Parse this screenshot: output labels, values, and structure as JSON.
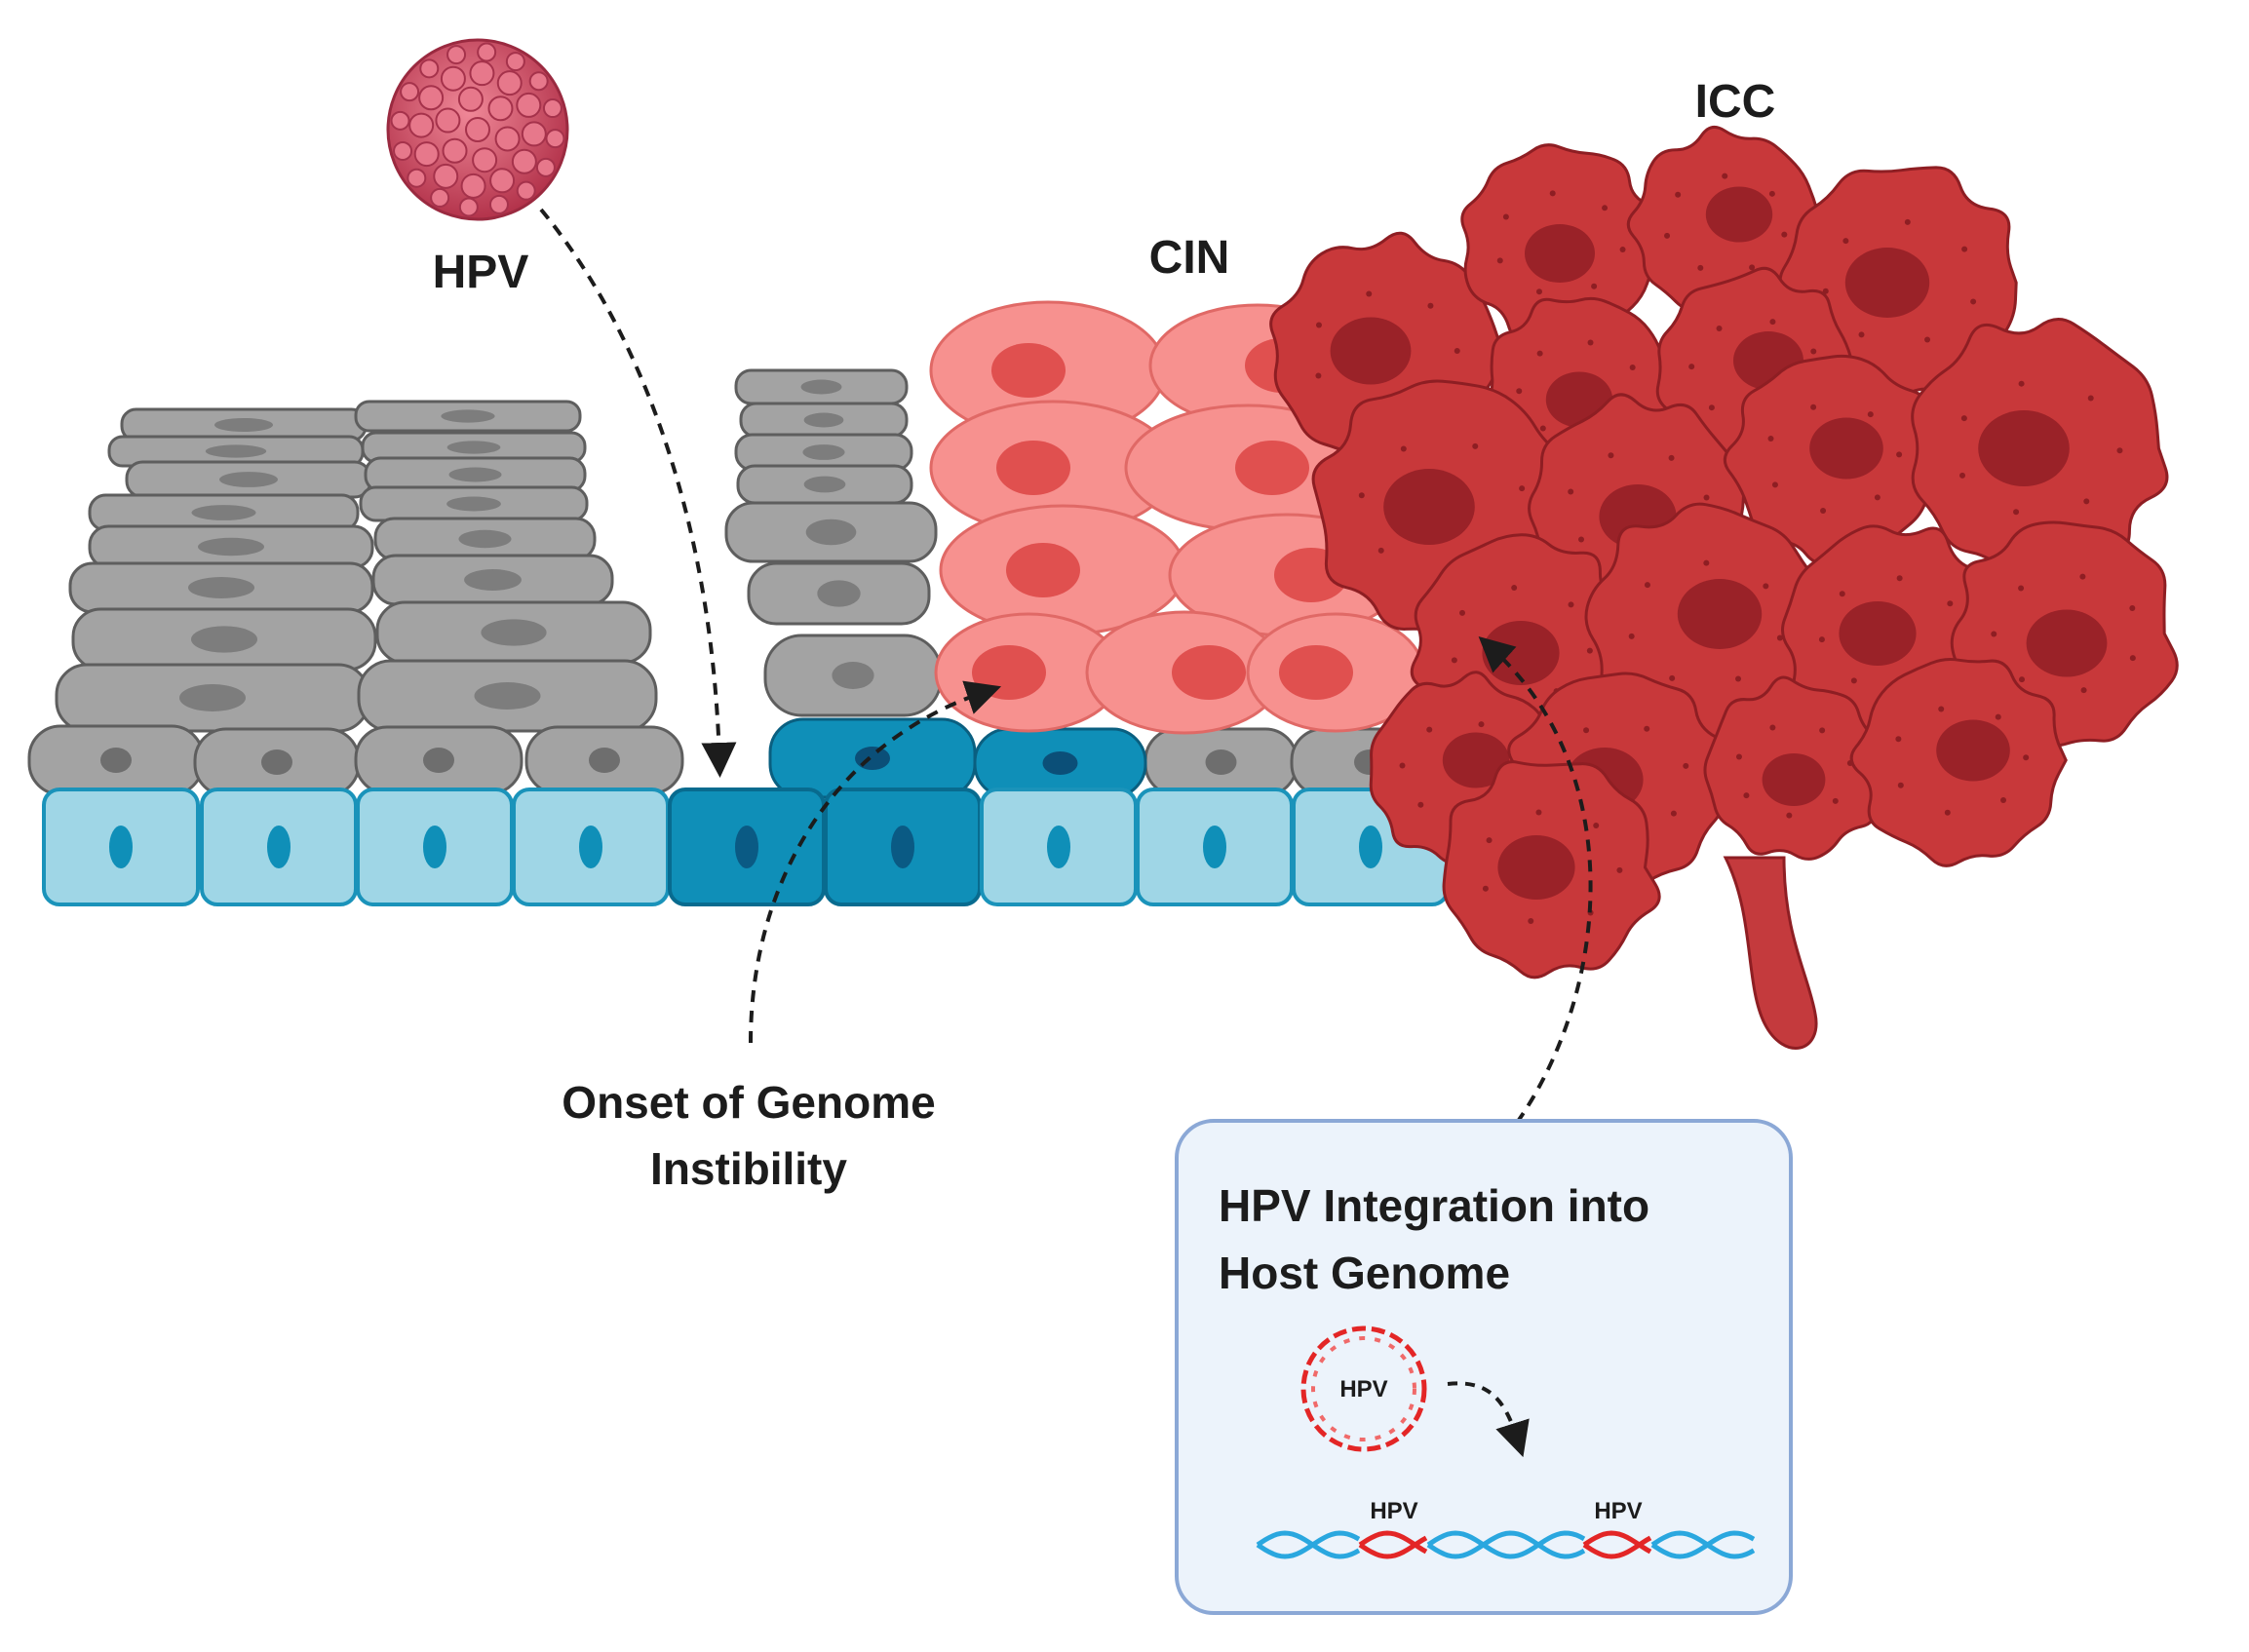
{
  "labels": {
    "hpv": "HPV",
    "cin": "CIN",
    "icc": "ICC",
    "onset_line1": "Onset of Genome",
    "onset_line2": "Instibility"
  },
  "integration_box": {
    "title_line1": "HPV Integration into",
    "title_line2": "Host Genome",
    "plasmid_label": "HPV",
    "insert_label_1": "HPV",
    "insert_label_2": "HPV"
  },
  "colors": {
    "virus": "#c94a5e",
    "normal_cell": "#a3a3a3",
    "basal_cell": "#9fd6e6",
    "infected_basal_cell": "#0f8fb8",
    "cin_cell": "#f7918f",
    "icc_cell": "#c8383a",
    "dna_host": "#2aa7df",
    "dna_hpv": "#e32626",
    "box_fill": "#ecf3fb",
    "box_border": "#8ba8d6"
  }
}
